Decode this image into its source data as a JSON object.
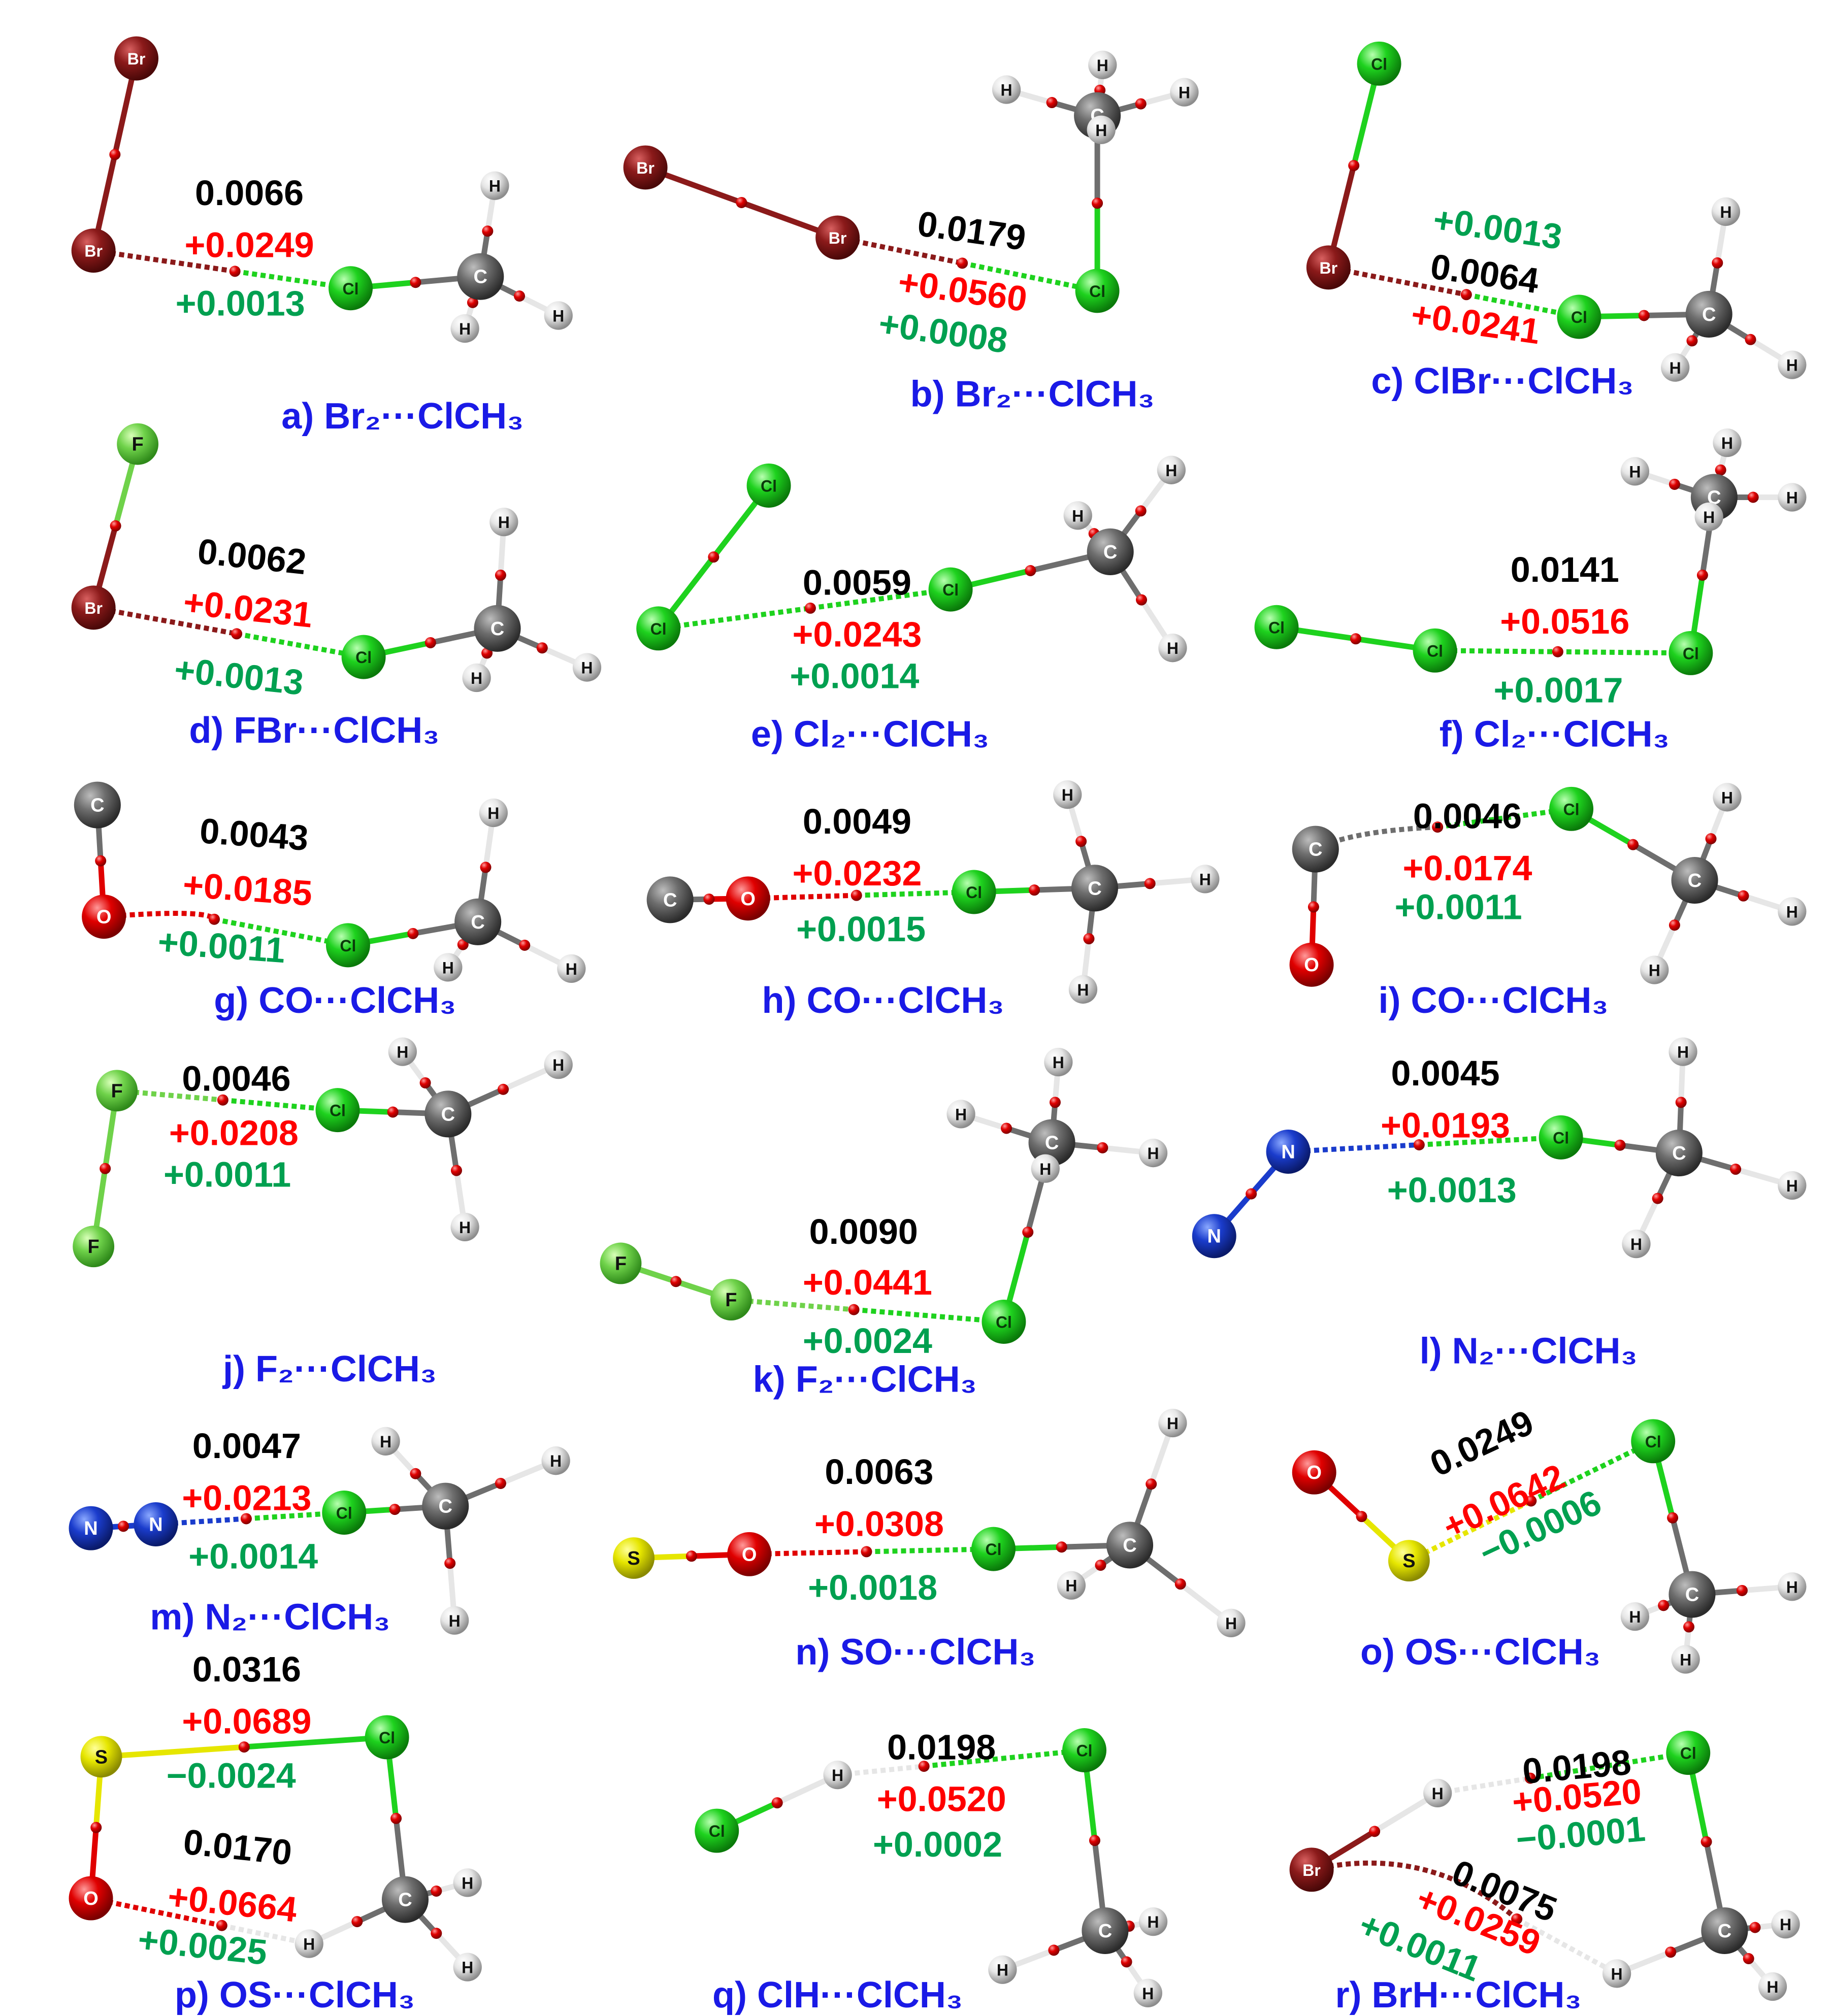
{
  "colors": {
    "black_value": "#000000",
    "red_value": "#ff0000",
    "green_value": "#00a050",
    "caption": "#1a1ae6",
    "Br": "#8b1a1a",
    "Cl": "#1ed21e",
    "F": "#6fd24a",
    "C": "#6e6e6e",
    "H": "#e6e6e6",
    "O": "#e00000",
    "N": "#1a3ccc",
    "S": "#e6e600",
    "bcp": "#e00000"
  },
  "panels": [
    {
      "id": "a",
      "caption": "a) Br₂···ClCH₃",
      "v_black": "0.0066",
      "v_red": "+0.0249",
      "v_green": "+0.0013"
    },
    {
      "id": "b",
      "caption": "b) Br₂···ClCH₃",
      "v_black": "0.0179",
      "v_red": "+0.0560",
      "v_green": "+0.0008"
    },
    {
      "id": "c",
      "caption": "c) ClBr···ClCH₃",
      "v_black": "0.0064",
      "v_red": "+0.0241",
      "v_green": "+0.0013"
    },
    {
      "id": "d",
      "caption": "d) FBr···ClCH₃",
      "v_black": "0.0062",
      "v_red": "+0.0231",
      "v_green": "+0.0013"
    },
    {
      "id": "e",
      "caption": "e) Cl₂···ClCH₃",
      "v_black": "0.0059",
      "v_red": "+0.0243",
      "v_green": "+0.0014"
    },
    {
      "id": "f",
      "caption": "f) Cl₂···ClCH₃",
      "v_black": "0.0141",
      "v_red": "+0.0516",
      "v_green": "+0.0017"
    },
    {
      "id": "g",
      "caption": "g) CO···ClCH₃",
      "v_black": "0.0043",
      "v_red": "+0.0185",
      "v_green": "+0.0011"
    },
    {
      "id": "h",
      "caption": "h) CO···ClCH₃",
      "v_black": "0.0049",
      "v_red": "+0.0232",
      "v_green": "+0.0015"
    },
    {
      "id": "i",
      "caption": "i) CO···ClCH₃",
      "v_black": "0.0046",
      "v_red": "+0.0174",
      "v_green": "+0.0011"
    },
    {
      "id": "j",
      "caption": "j) F₂···ClCH₃",
      "v_black": "0.0046",
      "v_red": "+0.0208",
      "v_green": "+0.0011"
    },
    {
      "id": "k",
      "caption": "k) F₂···ClCH₃",
      "v_black": "0.0090",
      "v_red": "+0.0441",
      "v_green": "+0.0024"
    },
    {
      "id": "l",
      "caption": "l) N₂···ClCH₃",
      "v_black": "0.0045",
      "v_red": "+0.0193",
      "v_green": "+0.0013"
    },
    {
      "id": "m",
      "caption": "m) N₂···ClCH₃",
      "v_black": "0.0047",
      "v_red": "+0.0213",
      "v_green": "+0.0014"
    },
    {
      "id": "n",
      "caption": "n) SO···ClCH₃",
      "v_black": "0.0063",
      "v_red": "+0.0308",
      "v_green": "+0.0018"
    },
    {
      "id": "o",
      "caption": "o) OS···ClCH₃",
      "v_black": "0.0249",
      "v_red": "+0.0642",
      "v_green": "−0.0006"
    },
    {
      "id": "p",
      "caption": "p) OS···ClCH₃",
      "v_black": "0.0316",
      "v_red": "+0.0689",
      "v_green": "−0.0024",
      "v2_black": "0.0170",
      "v2_red": "+0.0664",
      "v2_green": "+0.0025"
    },
    {
      "id": "q",
      "caption": "q) ClH···ClCH₃",
      "v_black": "0.0198",
      "v_red": "+0.0520",
      "v_green": "+0.0002"
    },
    {
      "id": "r",
      "caption": "r) BrH···ClCH₃",
      "v_black": "0.0198",
      "v_red": "+0.0520",
      "v_green": "−0.0001",
      "v2_black": "0.0075",
      "v2_red": "+0.0259",
      "v2_green": "+0.0011"
    }
  ],
  "atom_labels": {
    "Br": "Br",
    "Cl": "Cl",
    "F": "F",
    "C": "C",
    "H": "H",
    "O": "O",
    "N": "N",
    "S": "S"
  }
}
